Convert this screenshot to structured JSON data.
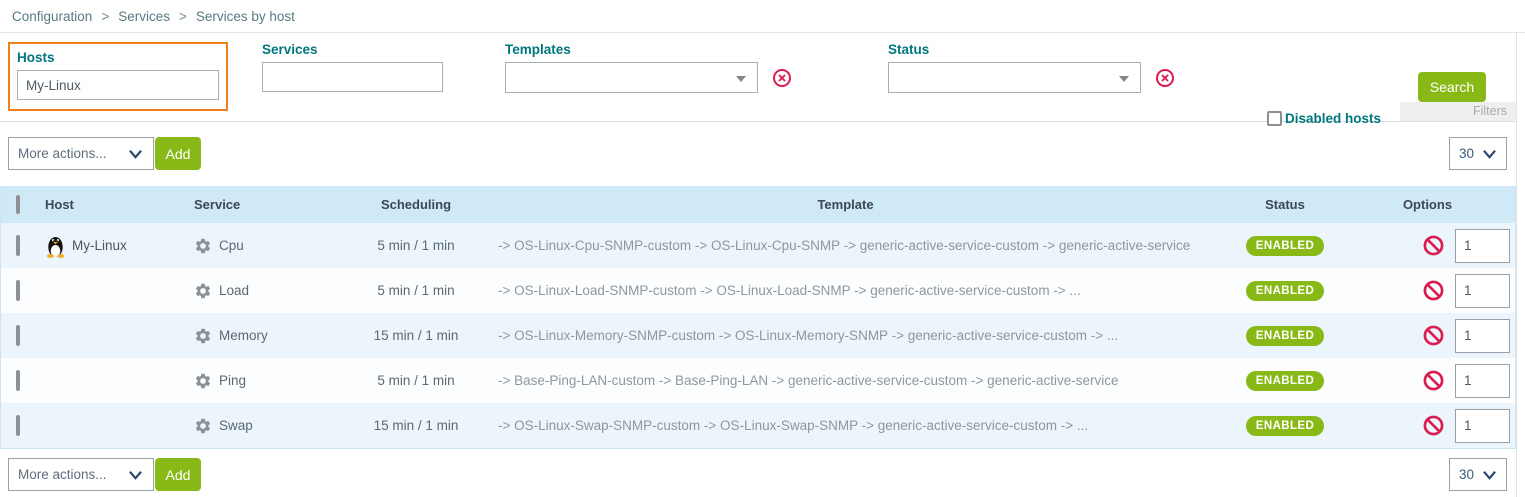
{
  "breadcrumb": {
    "items": [
      "Configuration",
      "Services",
      "Services by host"
    ],
    "separator": ">"
  },
  "filters": {
    "hosts": {
      "label": "Hosts",
      "value": "My-Linux"
    },
    "services": {
      "label": "Services",
      "value": ""
    },
    "templates": {
      "label": "Templates",
      "value": ""
    },
    "status": {
      "label": "Status",
      "value": ""
    },
    "disabled_hosts_label": "Disabled hosts",
    "search_label": "Search",
    "filters_tab_label": "Filters"
  },
  "toolbar": {
    "more_actions_label": "More actions...",
    "add_label": "Add",
    "page_size": "30"
  },
  "table": {
    "headers": {
      "host": "Host",
      "service": "Service",
      "scheduling": "Scheduling",
      "template": "Template",
      "status": "Status",
      "options": "Options"
    },
    "rows": [
      {
        "host": "My-Linux",
        "service": "Cpu",
        "scheduling": "5 min / 1 min",
        "template": "-> OS-Linux-Cpu-SNMP-custom -> OS-Linux-Cpu-SNMP -> generic-active-service-custom -> generic-active-service",
        "status": "ENABLED",
        "options_value": "1"
      },
      {
        "host": "",
        "service": "Load",
        "scheduling": "5 min / 1 min",
        "template": "-> OS-Linux-Load-SNMP-custom -> OS-Linux-Load-SNMP -> generic-active-service-custom -> ...",
        "status": "ENABLED",
        "options_value": "1"
      },
      {
        "host": "",
        "service": "Memory",
        "scheduling": "15 min / 1 min",
        "template": "-> OS-Linux-Memory-SNMP-custom -> OS-Linux-Memory-SNMP -> generic-active-service-custom -> ...",
        "status": "ENABLED",
        "options_value": "1"
      },
      {
        "host": "",
        "service": "Ping",
        "scheduling": "5 min / 1 min",
        "template": "-> Base-Ping-LAN-custom -> Base-Ping-LAN -> generic-active-service-custom -> generic-active-service",
        "status": "ENABLED",
        "options_value": "1"
      },
      {
        "host": "",
        "service": "Swap",
        "scheduling": "15 min / 1 min",
        "template": "-> OS-Linux-Swap-SNMP-custom -> OS-Linux-Swap-SNMP -> generic-active-service-custom -> ...",
        "status": "ENABLED",
        "options_value": "1"
      }
    ]
  },
  "colors": {
    "brand_green": "#88b917",
    "accent_orange": "#f08119",
    "alert_red": "#dc1c4e",
    "label_teal": "#00767e",
    "table_header_blue": "#cfe9f6"
  }
}
